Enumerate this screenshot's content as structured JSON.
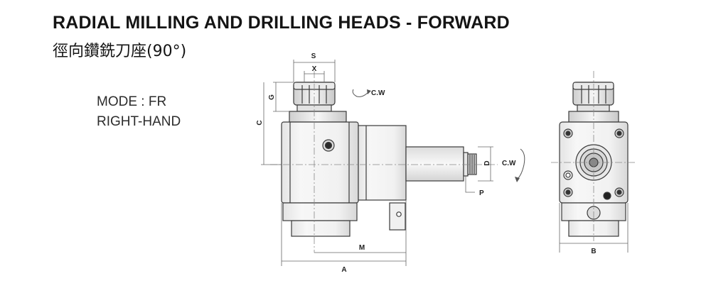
{
  "header": {
    "title": "RADIAL MILLING AND DRILLING HEADS - FORWARD",
    "subtitle": "徑向鑽銑刀座(90°)"
  },
  "mode": {
    "line1": "MODE : FR",
    "line2": "RIGHT-HAND"
  },
  "dimensions": {
    "s": "S",
    "x": "X",
    "g": "G",
    "c": "C",
    "d": "D",
    "p": "P",
    "m": "M",
    "a": "A",
    "b": "B"
  },
  "rotation": {
    "top_label": "C.W",
    "side_label": "C.W"
  }
}
